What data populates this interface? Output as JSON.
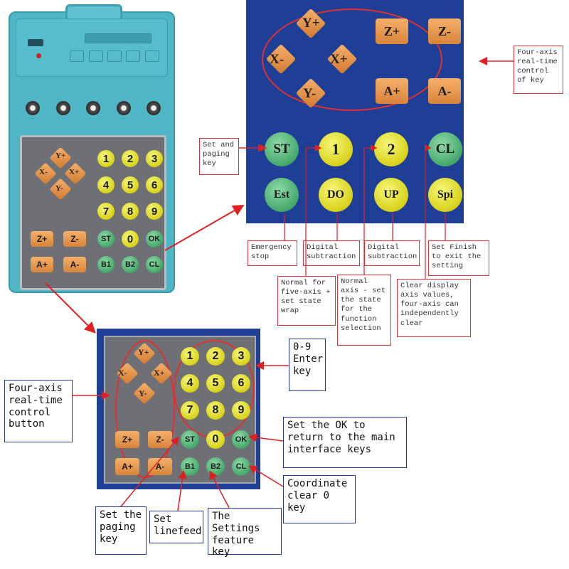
{
  "pendant": {
    "keys": [
      "Y+",
      "X-",
      "X+",
      "Y-",
      "1",
      "2",
      "3",
      "4",
      "5",
      "6",
      "7",
      "8",
      "9",
      "Z+",
      "Z-",
      "ST",
      "0",
      "OK",
      "A+",
      "A-",
      "B1",
      "B2",
      "CL"
    ]
  },
  "zoom_top": {
    "keys": [
      "Y+",
      "X-",
      "X+",
      "Y-",
      "Z+",
      "Z-",
      "A+",
      "A-",
      "ST",
      "1",
      "2",
      "CL",
      "Est",
      "DO",
      "UP",
      "Spi"
    ]
  },
  "zoom_bottom": {
    "keys": [
      "Y+",
      "X-",
      "X+",
      "Y-",
      "1",
      "2",
      "3",
      "4",
      "5",
      "6",
      "7",
      "8",
      "9",
      "Z+",
      "Z-",
      "ST",
      "0",
      "OK",
      "A+",
      "A-",
      "B1",
      "B2",
      "CL"
    ]
  },
  "callouts_top": {
    "four_axis": "Four-axis real-time control of key",
    "set_paging": "Set and paging key",
    "emergency": "Emergency stop",
    "digital_sub_1": "Digital subtraction",
    "digital_sub_2": "Digital subtraction",
    "set_finish": "Set Finish to exit the setting",
    "five_axis": "Normal for five-axis + set state wrap",
    "normal_axis": "Normal axis - set the state for the function selection",
    "clear_display": "Clear display axis values, four-axis can independently clear"
  },
  "callouts_bottom": {
    "enter_key": "0-9 Enter key",
    "four_axis_button": "Four-axis real-time control button",
    "ok_key": "Set the OK to return to the main interface keys",
    "coord_clear": "Coordinate clear 0 key",
    "paging_key": "Set the paging key",
    "linefeed": "Set linefeed",
    "settings_feature": "The Settings feature key"
  },
  "colors": {
    "pendant_body": "#4fb6c6",
    "zoom_bg": "#1f3f96",
    "key_yellow": "#dcd62a",
    "key_green": "#4aa870",
    "key_orange": "#e0904a",
    "callout_border_red": "#d33333",
    "callout_border_blue": "#233a9a",
    "arrow_red": "#e02020"
  }
}
